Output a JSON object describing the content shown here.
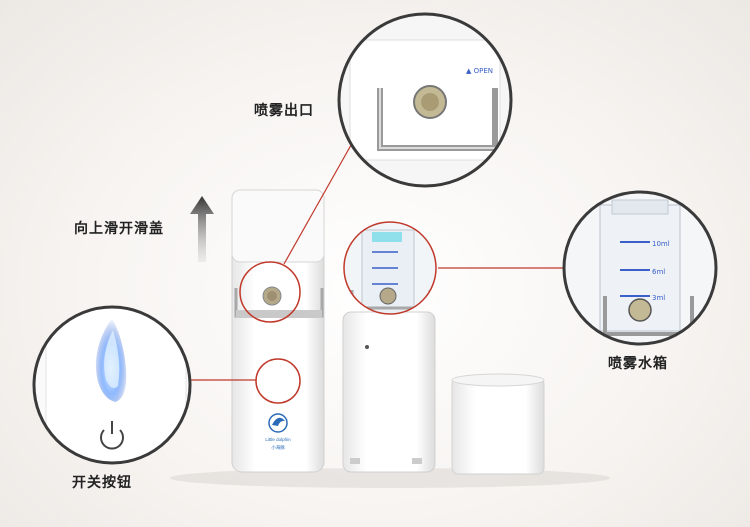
{
  "labels": {
    "spray_outlet": "喷雾出口",
    "slide_cover": "向上滑开滑盖",
    "water_tank": "喷雾水箱",
    "power_button": "开关按钮"
  },
  "brand": {
    "name_en": "Little dolphin",
    "name_cn": "小海豚"
  },
  "tank_marks": [
    "10ml",
    "6ml",
    "3ml"
  ],
  "cover_text": "▲ OPEN",
  "colors": {
    "callout_line": "#c0392b",
    "device_white": "#ffffff",
    "chrome": "#a8a8a8",
    "power_glow": "#7fb3ff",
    "tank_blue": "#3a5fc8"
  }
}
